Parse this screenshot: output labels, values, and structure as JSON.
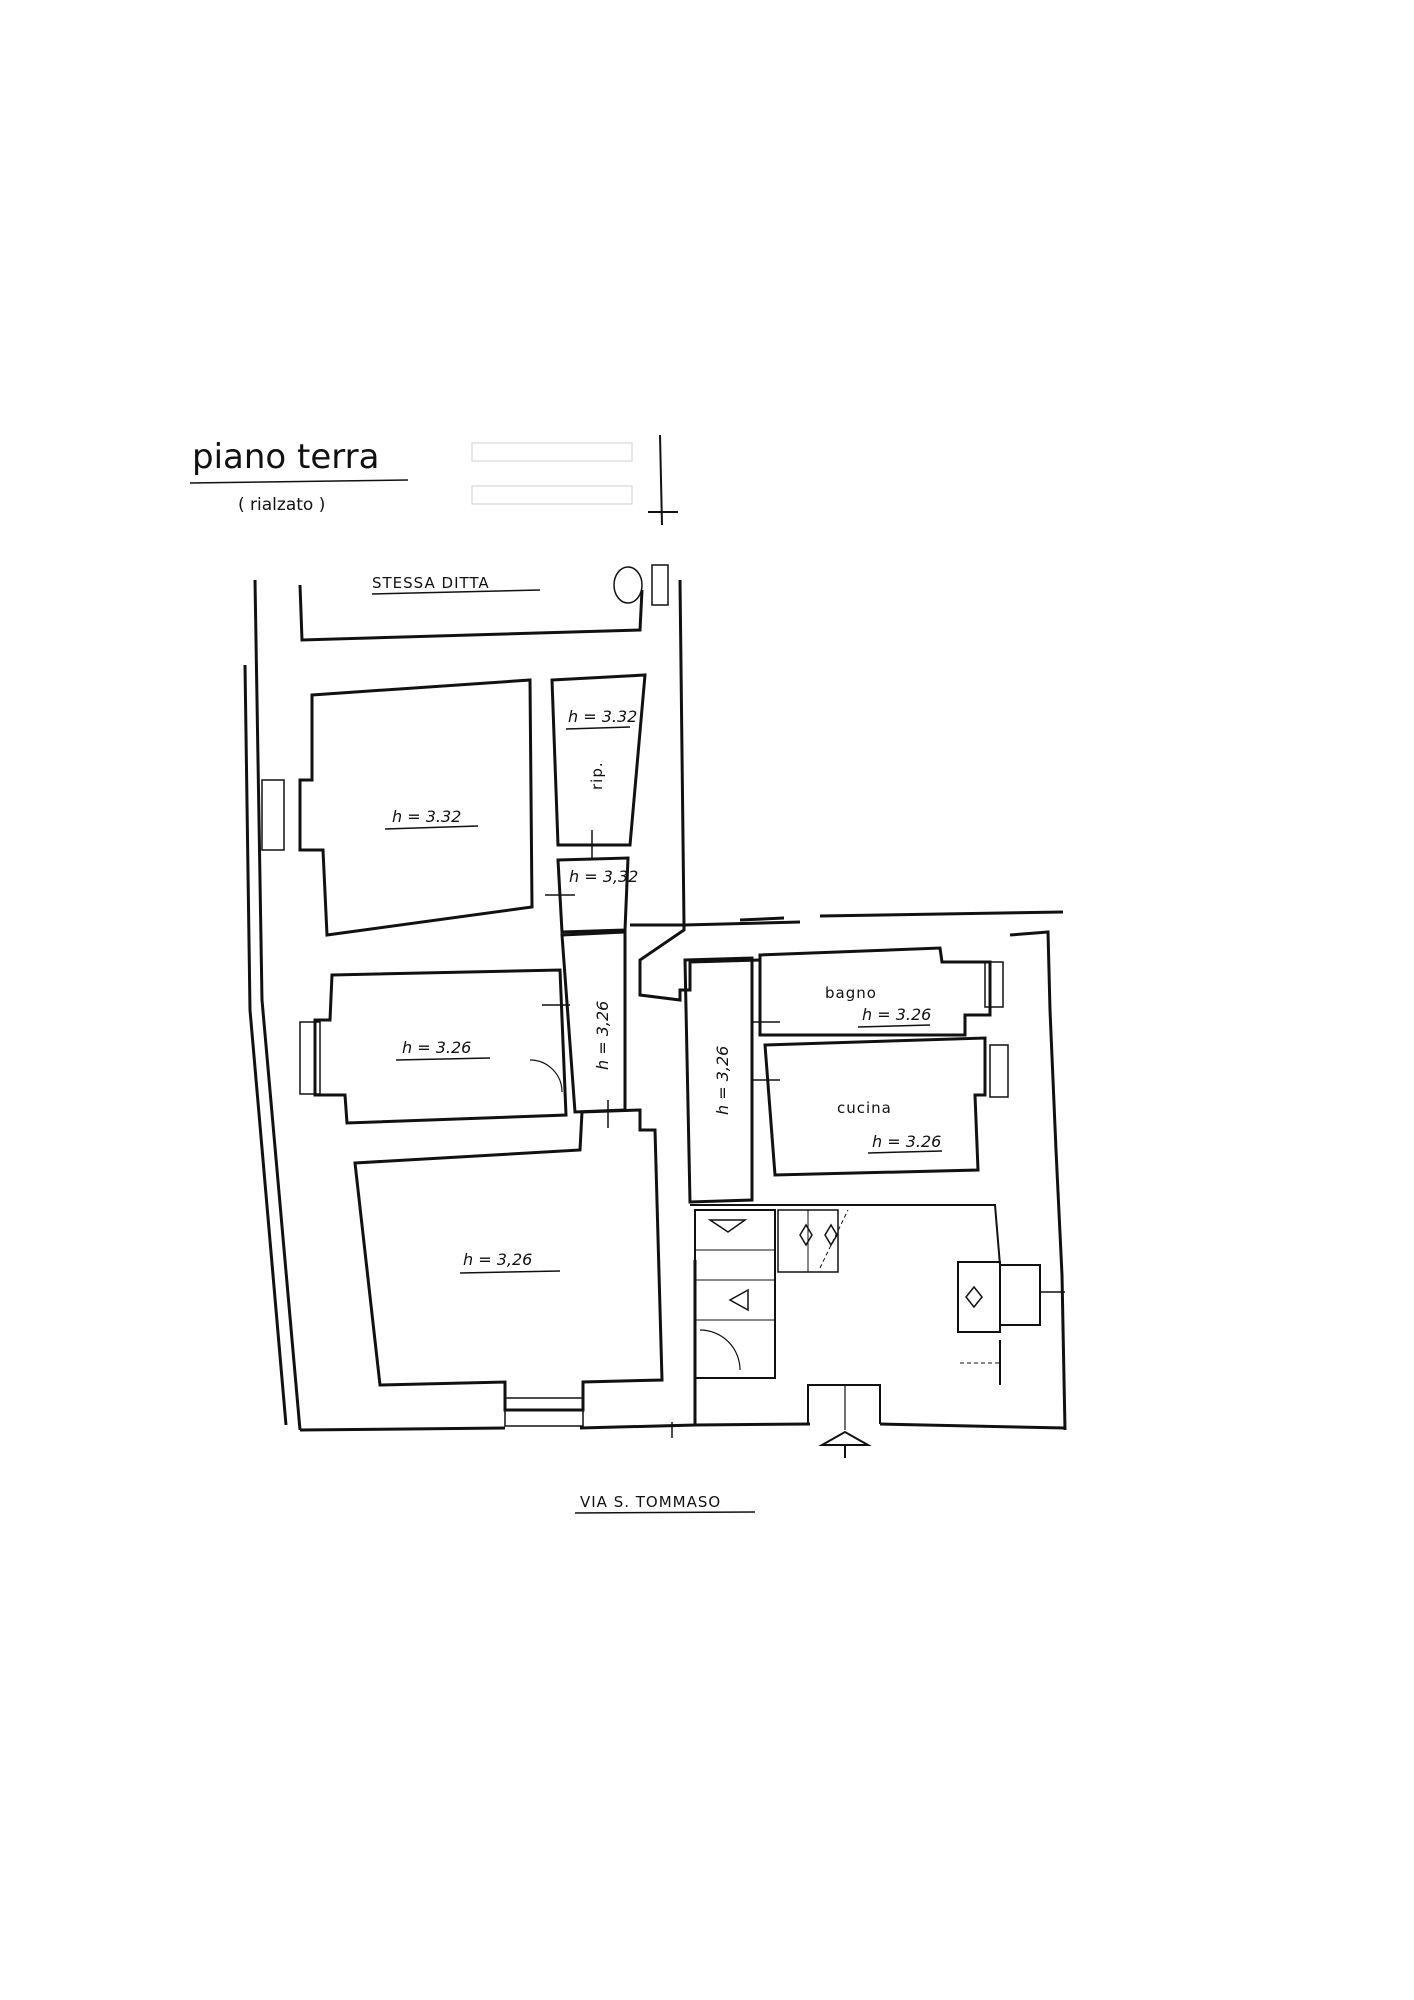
{
  "title": "piano terra",
  "subtitle": "( rialzato )",
  "north_label": "STESSA DITTA",
  "street_label": "VIA S. TOMMASO",
  "rooms": {
    "room_top_left": {
      "height": "h = 3.32"
    },
    "ripostiglio": {
      "name": "rip.",
      "height": "h = 3.32"
    },
    "passage_small": {
      "height": "h = 3,32"
    },
    "corridor_left": {
      "height": "h = 3,26"
    },
    "room_middle_left": {
      "height": "h = 3.26"
    },
    "corridor_right": {
      "height": "h = 3,26"
    },
    "bagno": {
      "name": "bagno",
      "height": "h = 3.26"
    },
    "cucina": {
      "name": "cucina",
      "height": "h = 3.26"
    },
    "room_bottom_left": {
      "height": "h = 3,26"
    }
  }
}
